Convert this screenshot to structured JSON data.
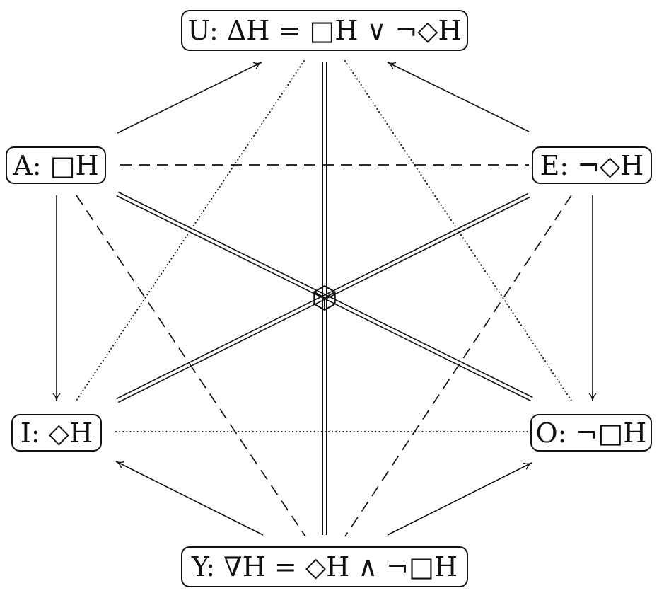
{
  "nodes": {
    "U": "U: ΔH = □H ∨ ¬◇H",
    "A": "A: □H",
    "E": "E: ¬◇H",
    "I": "I: ◇H",
    "O": "O: ¬□H",
    "Y": "Y: ∇H = ◇H ∧ ¬□H"
  },
  "edges": [
    {
      "from": "A",
      "to": "U",
      "relation": "arrow"
    },
    {
      "from": "E",
      "to": "U",
      "relation": "arrow"
    },
    {
      "from": "A",
      "to": "I",
      "relation": "arrow"
    },
    {
      "from": "E",
      "to": "O",
      "relation": "arrow"
    },
    {
      "from": "Y",
      "to": "I",
      "relation": "arrow"
    },
    {
      "from": "Y",
      "to": "O",
      "relation": "arrow"
    },
    {
      "from": "A",
      "to": "E",
      "relation": "dashed"
    },
    {
      "from": "A",
      "to": "Y",
      "relation": "dashed"
    },
    {
      "from": "E",
      "to": "Y",
      "relation": "dashed"
    },
    {
      "from": "I",
      "to": "O",
      "relation": "dotted"
    },
    {
      "from": "U",
      "to": "I",
      "relation": "dotted"
    },
    {
      "from": "U",
      "to": "O",
      "relation": "dotted"
    },
    {
      "from": "U",
      "to": "Y",
      "relation": "double"
    },
    {
      "from": "A",
      "to": "O",
      "relation": "double"
    },
    {
      "from": "E",
      "to": "I",
      "relation": "double"
    }
  ],
  "center_symbol": "hexagon-cube",
  "colors": {
    "stroke": "#111111",
    "background": "#ffffff"
  }
}
